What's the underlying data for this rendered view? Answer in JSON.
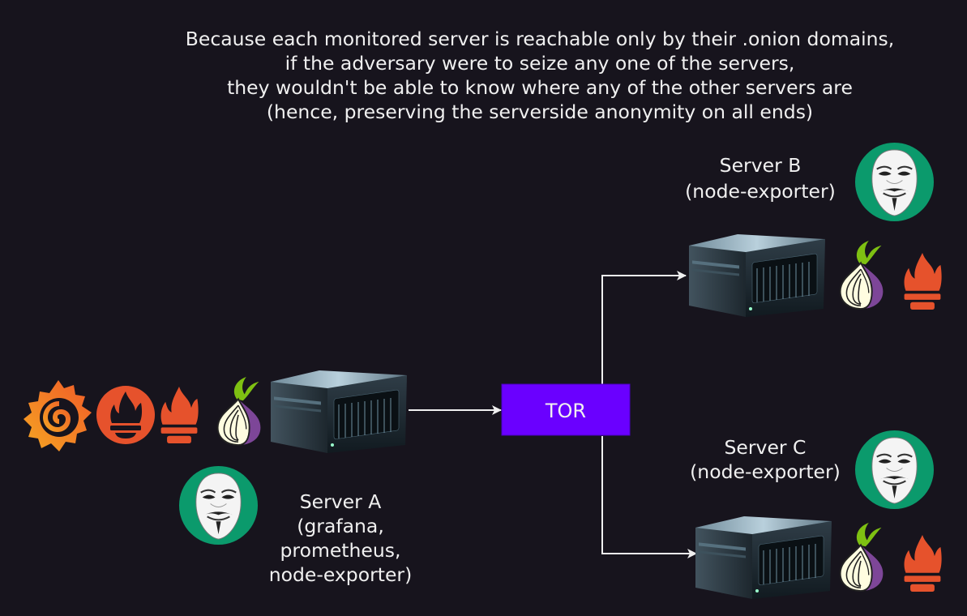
{
  "headline": [
    "Because each monitored server is reachable only by their .onion domains,",
    "if the adversary were to seize any one of the servers,",
    "they wouldn't be able to know where any of the other servers are",
    "(hence, preserving the serverside anonymity on all ends)"
  ],
  "hub": {
    "label": "TOR",
    "color": "#6a00ff"
  },
  "servers": {
    "a": {
      "lines": [
        "Server A",
        "(grafana,",
        "prometheus,",
        "node-exporter)"
      ]
    },
    "b": {
      "lines": [
        "Server B",
        "(node-exporter)"
      ]
    },
    "c": {
      "lines": [
        "Server C",
        "(node-exporter)"
      ]
    }
  },
  "icons": {
    "grafana": "grafana-icon",
    "prometheus": "prometheus-icon",
    "node_exporter": "node-exporter-flame-icon",
    "tor": "tor-onion-icon",
    "anonymous": "anonymous-mask-icon",
    "server": "server-rack-icon"
  },
  "colors": {
    "background": "#17141d",
    "tor_box": "#6a00ff",
    "anon_green": "#0b9a6c",
    "flame": "#e6522c",
    "onion_purple": "#7d4698",
    "arrow": "#f0f0f0"
  }
}
